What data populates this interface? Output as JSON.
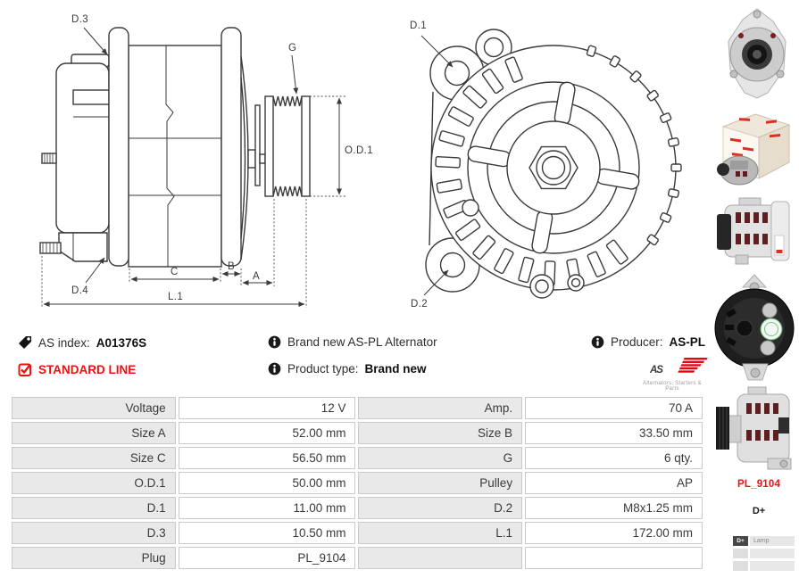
{
  "colors": {
    "brand_red": "#e30613",
    "accent_red": "#ee1111",
    "text": "#333333",
    "table_label_bg": "#e9e9e9",
    "table_border": "#c9c9c9"
  },
  "icons": {
    "as_index": "tag-icon",
    "standard_line": "checkbox-checked-icon",
    "note": "info-icon"
  },
  "drawings": {
    "side_view": {
      "labels": {
        "d3": "D.3",
        "g": "G",
        "od1": "O.D.1",
        "d4": "D.4",
        "c": "C",
        "b": "B",
        "a": "A",
        "l1": "L.1"
      }
    },
    "front_view": {
      "labels": {
        "d1": "D.1",
        "d2": "D.2"
      }
    }
  },
  "info": {
    "as_index_label": "AS index:",
    "as_index_value": "A01376S",
    "standard_line": "STANDARD LINE",
    "brand_new": "Brand new AS-PL Alternator",
    "product_type_label": "Product type:",
    "product_type_value": "Brand new",
    "producer_label": "Producer:",
    "producer_value": "AS-PL",
    "logo_text": "AS",
    "logo_tagline": "Alternators, Starters & Parts"
  },
  "spec_table": {
    "rows": [
      {
        "l1": "Voltage",
        "v1": "12 V",
        "l2": "Amp.",
        "v2": "70 A"
      },
      {
        "l1": "Size A",
        "v1": "52.00 mm",
        "l2": "Size B",
        "v2": "33.50 mm"
      },
      {
        "l1": "Size C",
        "v1": "56.50 mm",
        "l2": "G",
        "v2": "6 qty."
      },
      {
        "l1": "O.D.1",
        "v1": "50.00 mm",
        "l2": "Pulley",
        "v2": "AP"
      },
      {
        "l1": "D.1",
        "v1": "11.00 mm",
        "l2": "D.2",
        "v2": "M8x1.25 mm"
      },
      {
        "l1": "D.3",
        "v1": "10.50 mm",
        "l2": "L.1",
        "v2": "172.00 mm"
      },
      {
        "l1": "Plug",
        "v1": "PL_9104",
        "l2": "",
        "v2": ""
      }
    ]
  },
  "sidebar": {
    "plug_code": "PL_9104",
    "terminal": "D+",
    "pin_table": {
      "pin": "D+",
      "desc": "Lamp"
    }
  }
}
